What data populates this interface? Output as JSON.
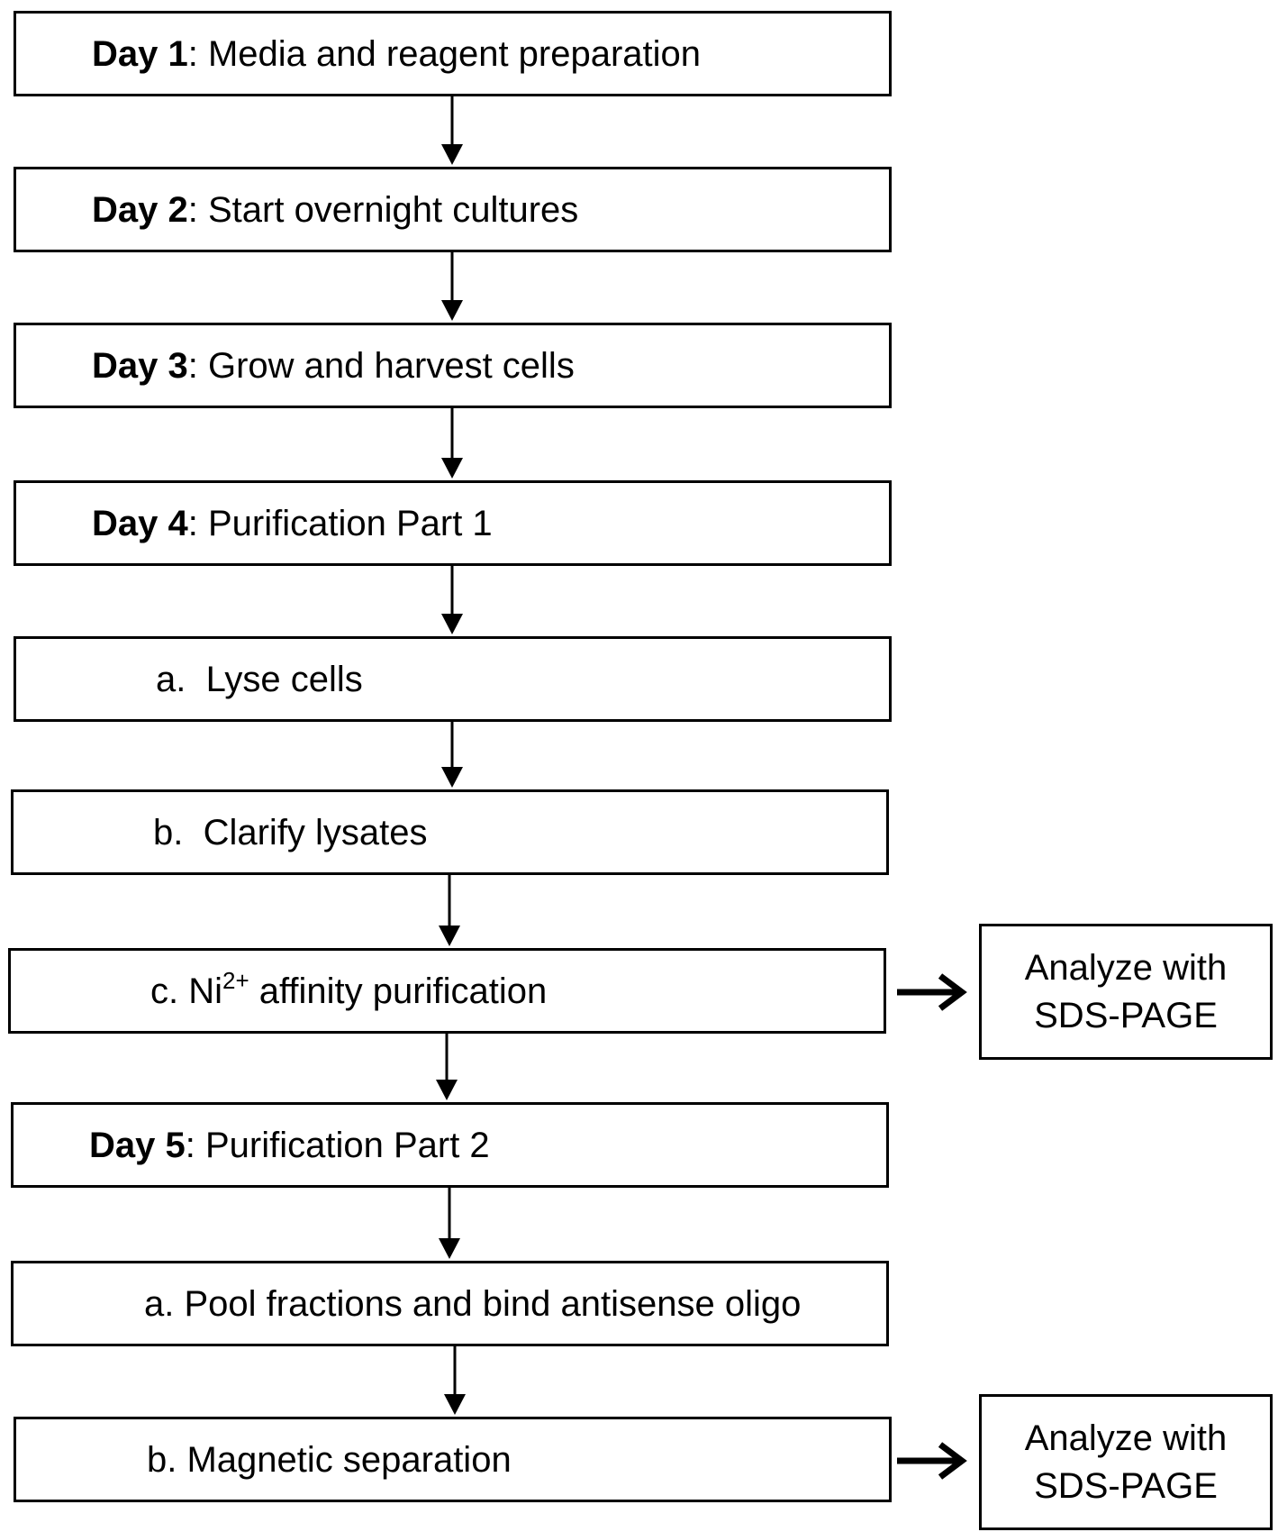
{
  "steps": {
    "day1": {
      "prefix": "Day 1",
      "text": ": Media and reagent preparation"
    },
    "day2": {
      "prefix": "Day 2",
      "text": ": Start overnight cultures"
    },
    "day3": {
      "prefix": "Day 3",
      "text": ": Grow and harvest cells"
    },
    "day4": {
      "prefix": "Day 4",
      "text": ": Purification Part 1"
    },
    "day4a": {
      "text": "a.  Lyse cells"
    },
    "day4b": {
      "text": "b.  Clarify lysates"
    },
    "day4c": {
      "text_before": "c. Ni",
      "superscript": "2+",
      "text_after": " affinity purification"
    },
    "day5": {
      "prefix": "Day 5",
      "text": ": Purification Part 2"
    },
    "day5a": {
      "text": "a. Pool fractions and bind antisense oligo"
    },
    "day5b": {
      "text": "b. Magnetic separation"
    }
  },
  "analysis": [
    {
      "line1": "Analyze with",
      "line2": "SDS-PAGE"
    },
    {
      "line1": "Analyze with",
      "line2": "SDS-PAGE"
    }
  ]
}
